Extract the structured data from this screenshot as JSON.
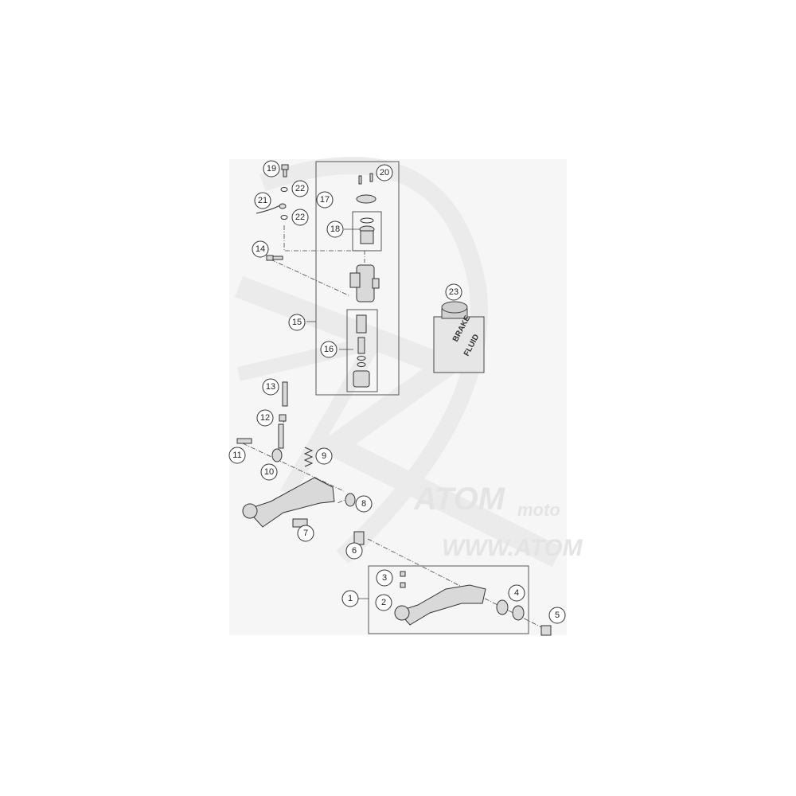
{
  "diagram": {
    "watermark": {
      "brand": "ATOM",
      "sub": "moto",
      "url": "WWW.ATOM"
    },
    "fluid_bottle": {
      "line1": "BRAKE",
      "line2": "FLUID"
    },
    "callouts": [
      "1",
      "2",
      "3",
      "4",
      "5",
      "6",
      "7",
      "8",
      "9",
      "10",
      "11",
      "12",
      "13",
      "14",
      "15",
      "16",
      "17",
      "18",
      "19",
      "20",
      "21",
      "22",
      "22",
      "23"
    ]
  }
}
